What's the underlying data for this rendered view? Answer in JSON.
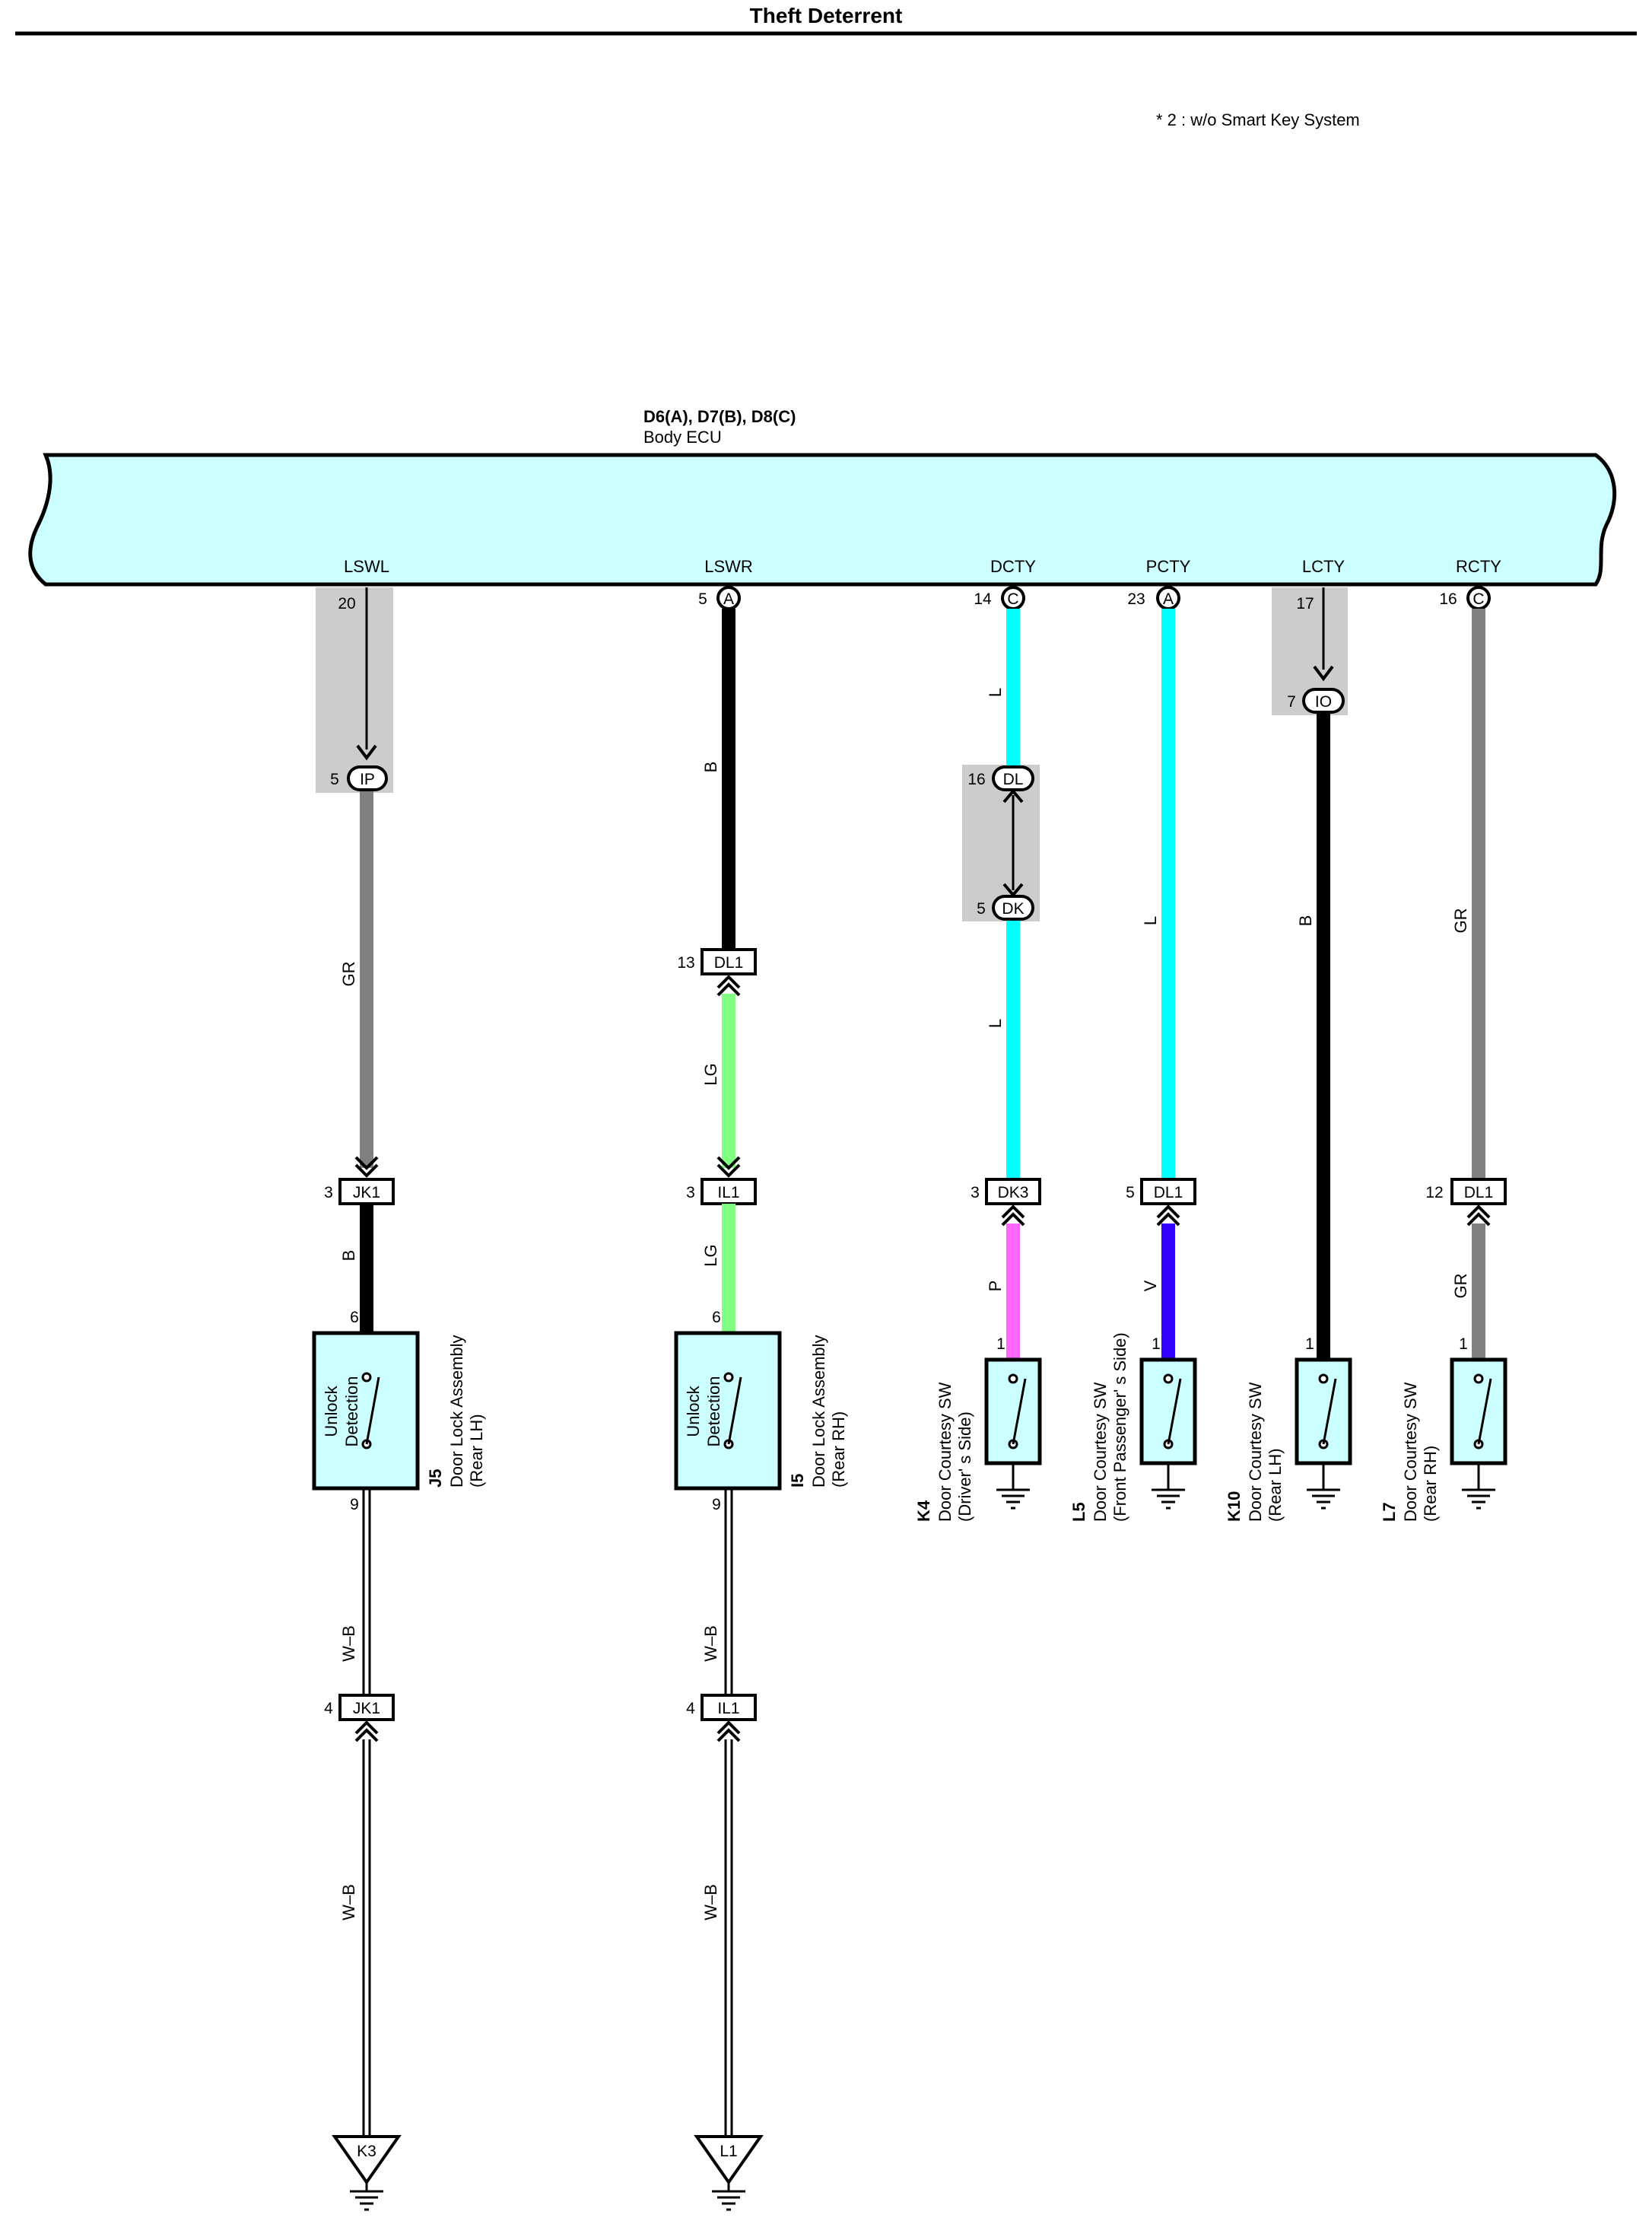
{
  "title": "Theft Deterrent",
  "note": "* 2 : w/o Smart Key System",
  "ecu": {
    "code": "D6(A), D7(B), D8(C)",
    "name": "Body ECU",
    "terminals": [
      "LSWL",
      "LSWR",
      "DCTY",
      "PCTY",
      "LCTY",
      "RCTY"
    ]
  },
  "pins": {
    "lswl_top": "20",
    "lswr_top": "5",
    "dcty_top": "14",
    "pcty_top": "23",
    "lcty_top": "17",
    "rcty_top": "16",
    "lswr_conn": "A",
    "dcty_conn": "C",
    "pcty_conn": "A",
    "rcty_conn": "C",
    "ip_pin": "5",
    "ip": "IP",
    "io_pin": "7",
    "io": "IO",
    "dl_pin": "16",
    "dl": "DL",
    "dk_pin": "5",
    "dk": "DK",
    "dl1_a_pin": "13",
    "dl1": "DL1",
    "jk1_a_pin": "3",
    "jk1": "JK1",
    "il1_a_pin": "3",
    "il1": "IL1",
    "dk3_pin": "3",
    "dk3": "DK3",
    "dl1_b_pin": "5",
    "dl1_c_pin": "12",
    "j5_top": "6",
    "i5_top": "6",
    "j5_bot": "9",
    "i5_bot": "9",
    "k4_pin": "1",
    "l5_pin": "1",
    "k10_pin": "1",
    "l7_pin": "1",
    "jk1_b_pin": "4",
    "il1_b_pin": "4",
    "k3": "K3",
    "l1": "L1"
  },
  "wires": {
    "gr": "GR",
    "b": "B",
    "lg": "LG",
    "l": "L",
    "p": "P",
    "v": "V",
    "wb": "W–B"
  },
  "components": {
    "j5": {
      "code": "J5",
      "name": "Door Lock Assembly",
      "sub": "(Rear LH)",
      "inner1": "Unlock",
      "inner2": "Detection"
    },
    "i5": {
      "code": "I5",
      "name": "Door Lock Assembly",
      "sub": "(Rear RH)",
      "inner1": "Unlock",
      "inner2": "Detection"
    },
    "k4": {
      "code": "K4",
      "name": "Door Courtesy SW",
      "sub": "(Driver' s Side)"
    },
    "l5": {
      "code": "L5",
      "name": "Door Courtesy SW",
      "sub": "(Front Passenger' s Side)"
    },
    "k10": {
      "code": "K10",
      "name": "Door Courtesy SW",
      "sub": "(Rear LH)"
    },
    "l7": {
      "code": "L7",
      "name": "Door Courtesy SW",
      "sub": "(Rear RH)"
    }
  },
  "colors": {
    "ecu_fill": "#ccffff",
    "gray": "#808080",
    "black": "#000000",
    "lightgreen": "#80ff80",
    "cyan": "#00ffff",
    "pink": "#ff66ff",
    "violet": "#3300ff",
    "shade": "#cccccc"
  }
}
